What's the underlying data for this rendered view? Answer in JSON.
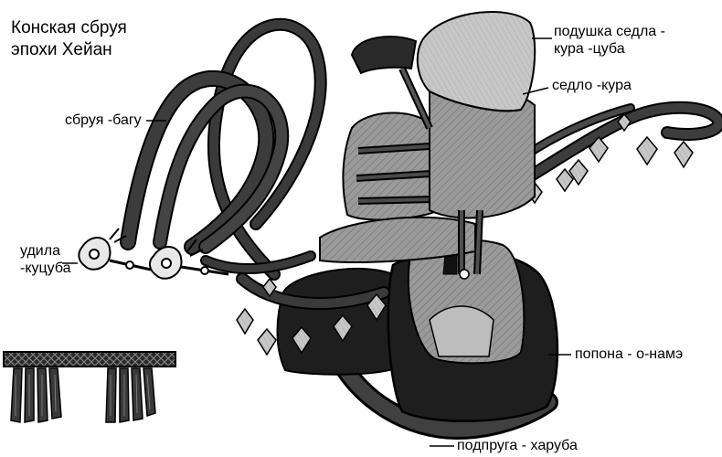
{
  "title": {
    "line1": "Конская сбруя",
    "line2": "эпохи Хейан"
  },
  "labels": {
    "cushion_line1": "подушка седла -",
    "cushion_line2": "кура -цуба",
    "saddle": "седло -кура",
    "harness": "сбруя -багу",
    "bit_line1": "удила",
    "bit_line2": "-куцуба",
    "saddlecloth": "попона - о-намэ",
    "girth": "подпруга - харуба"
  },
  "colors": {
    "ink": "#000000",
    "leather": "#2f2f2f",
    "dark_cloth": "#1e1e1e",
    "wood": "#9a9a9a",
    "cushion": "#c9c9c9",
    "ornament": "#d8d8d8"
  }
}
